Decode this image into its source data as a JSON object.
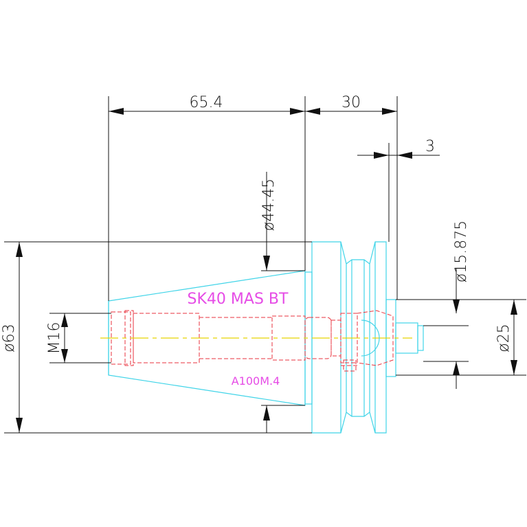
{
  "dimensions": {
    "length_taper": "65.4",
    "length_flange": "30",
    "gap": "3",
    "dia_44": "ø44.45",
    "dia_63": "ø63",
    "dia_15": "ø15.875",
    "dia_25": "ø25",
    "thread": "M16"
  },
  "labels": {
    "part_name": "SK40 MAS BT",
    "part_code": "A100M.4"
  },
  "colors": {
    "outline": "#3fd4e8",
    "hidden": "#e8323c",
    "centerline": "#e6d400",
    "label": "#e64ce6",
    "dimension": "#111111"
  }
}
